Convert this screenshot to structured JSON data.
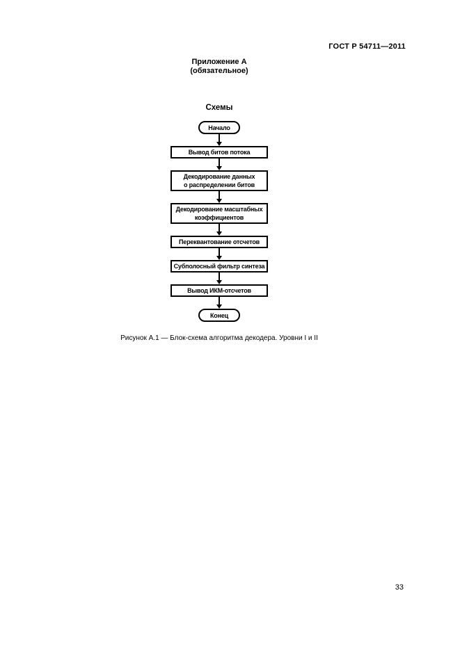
{
  "page": {
    "header": "ГОСТ Р 54711—2011",
    "appendix_title": "Приложение А",
    "appendix_subtitle": "(обязательное)",
    "section_title": "Схемы",
    "figure_caption": "Рисунок А.1 — Блок-схема алгоритма декодера. Уровни I и II",
    "page_number": "33"
  },
  "colors": {
    "ink": "#000000",
    "background": "#ffffff"
  },
  "flowchart": {
    "nodes": [
      {
        "type": "terminator",
        "label": "Начало"
      },
      {
        "type": "process",
        "label": "Вывод битов потока"
      },
      {
        "type": "process",
        "label": "Декодирование данных\nо распределении битов"
      },
      {
        "type": "process",
        "label": "Декодирование масштабных\nкоэффициентов"
      },
      {
        "type": "process",
        "label": "Переквантование отсчетов"
      },
      {
        "type": "process",
        "label": "Субполосный фильтр синтеза"
      },
      {
        "type": "process",
        "label": "Вывод ИКМ-отсчетов"
      },
      {
        "type": "terminator",
        "label": "Конец"
      }
    ]
  }
}
